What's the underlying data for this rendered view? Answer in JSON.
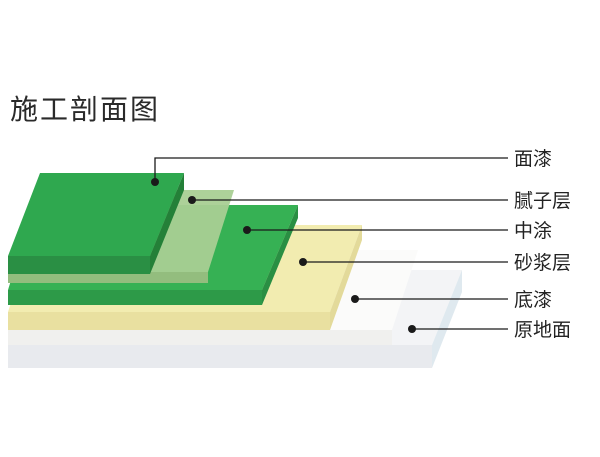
{
  "title": "施工剖面图",
  "layers": [
    {
      "name": "面漆",
      "color": "#2fa84f"
    },
    {
      "name": "腻子层",
      "color": "#a7c98e"
    },
    {
      "name": "中涂",
      "color": "#33ad52"
    },
    {
      "name": "砂浆层",
      "color": "#efe9a6"
    },
    {
      "name": "底漆",
      "color": "#f4f4f2"
    },
    {
      "name": "原地面",
      "color": "#e9ecef"
    }
  ],
  "colors": {
    "leader_line": "#1a1a1a",
    "leader_dot": "#1a1a1a",
    "title_text": "#2a2a2a"
  }
}
